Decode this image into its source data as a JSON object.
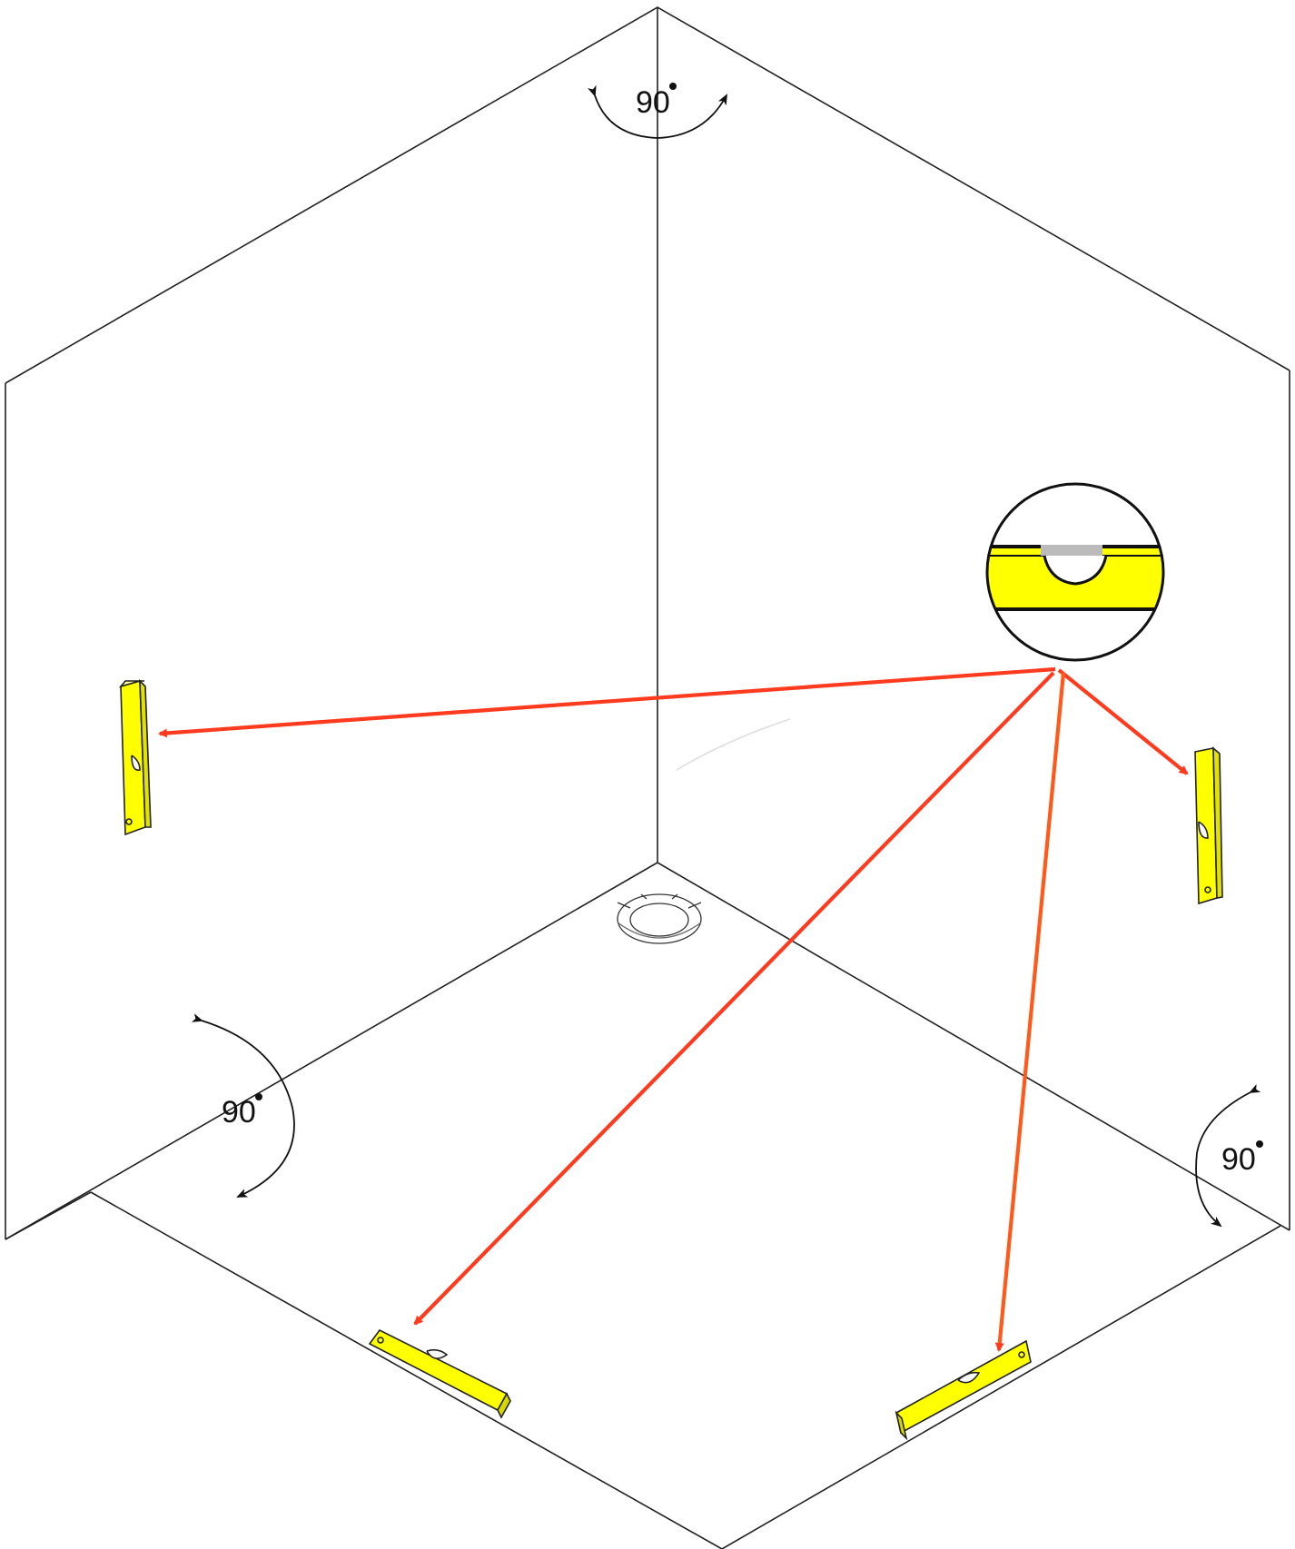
{
  "angles": [
    {
      "id": "top-corner",
      "text": "90"
    },
    {
      "id": "left-floor",
      "text": "90"
    },
    {
      "id": "right-floor",
      "text": "90"
    }
  ],
  "colors": {
    "outline": "#222222",
    "level_fill": "#ffff00",
    "laser_red": "#ff3b1f",
    "laser_orange": "#ff5a1a",
    "bubble_fill": "#c8c8c8"
  },
  "icons": {
    "drain": "floor-drain-icon",
    "bubble_zoom": "spirit-level-bubble-icon",
    "level": "spirit-level-icon"
  }
}
